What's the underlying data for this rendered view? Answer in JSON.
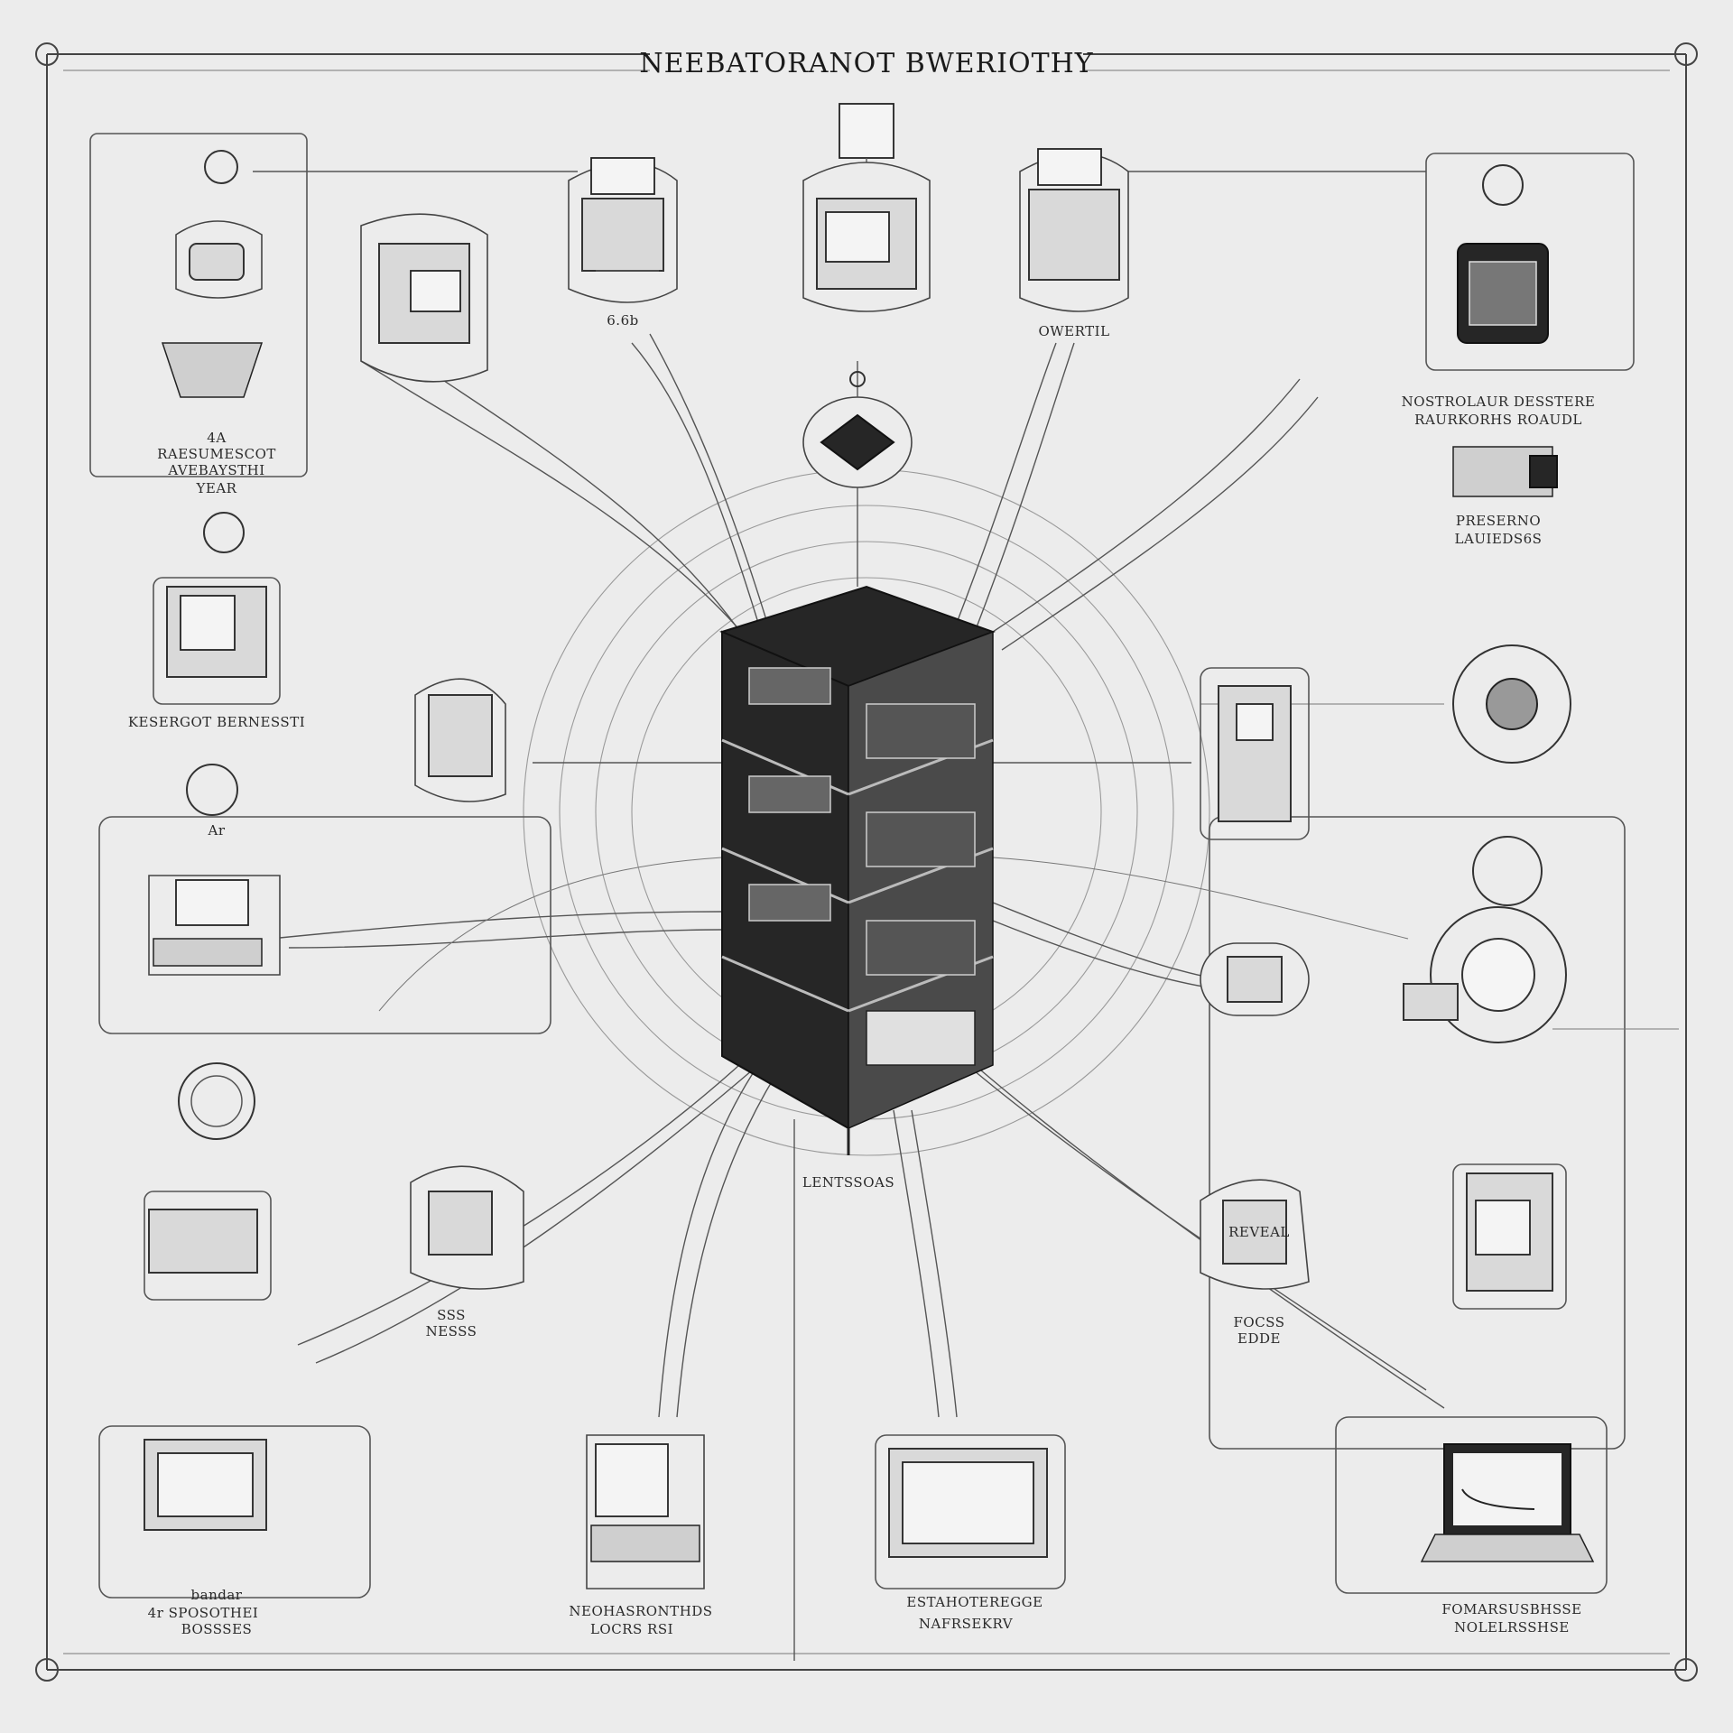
{
  "title": "NEEBATORANOT BWERIOTHY",
  "labels": {
    "top_left_1": "4A",
    "top_left_2": "RAESUMESCOT",
    "top_left_3": "AVEBAYSTHI",
    "top_left_4": "YEAR",
    "top_mid_left": "6.6b",
    "top_mid_right": "OWERTIL",
    "top_right_1": "NOSTROLAUR DESSTERE",
    "top_right_2": "RAURKORHS ROAUDL",
    "right_1": "PRESERNO",
    "right_2": "LAUIEDS6S",
    "left_mid": "KESERGOT BERNESSTI",
    "left_mid_2": "Ar",
    "center_bottom": "LENTSSOAS",
    "left_low": "SSS",
    "left_low_2": "NESSS",
    "right_low": "REVEAL",
    "right_low_2": "FOCSS",
    "right_low_3": "EDDE",
    "bottom_left_1": "bandar",
    "bottom_left_2": "4r SPOSOTHEI",
    "bottom_left_3": "BOSSSES",
    "bottom_mid_left_1": "NEOHASRONTHDS",
    "bottom_mid_left_2": "LOCRS RSI",
    "bottom_mid_right_1": "ESTAHOTEREGGE",
    "bottom_mid_right_2": "NAFRSEKRV",
    "bottom_right_1": "FOMARSUSBHSSE",
    "bottom_right_2": "NOLELRSSHSE"
  },
  "icons": [
    "server-tower-icon",
    "router-icon",
    "monitor-icon",
    "desktop-computer-icon",
    "laptop-icon",
    "printer-icon",
    "storage-drive-icon",
    "camera-icon",
    "speaker-icon",
    "clock-icon"
  ]
}
